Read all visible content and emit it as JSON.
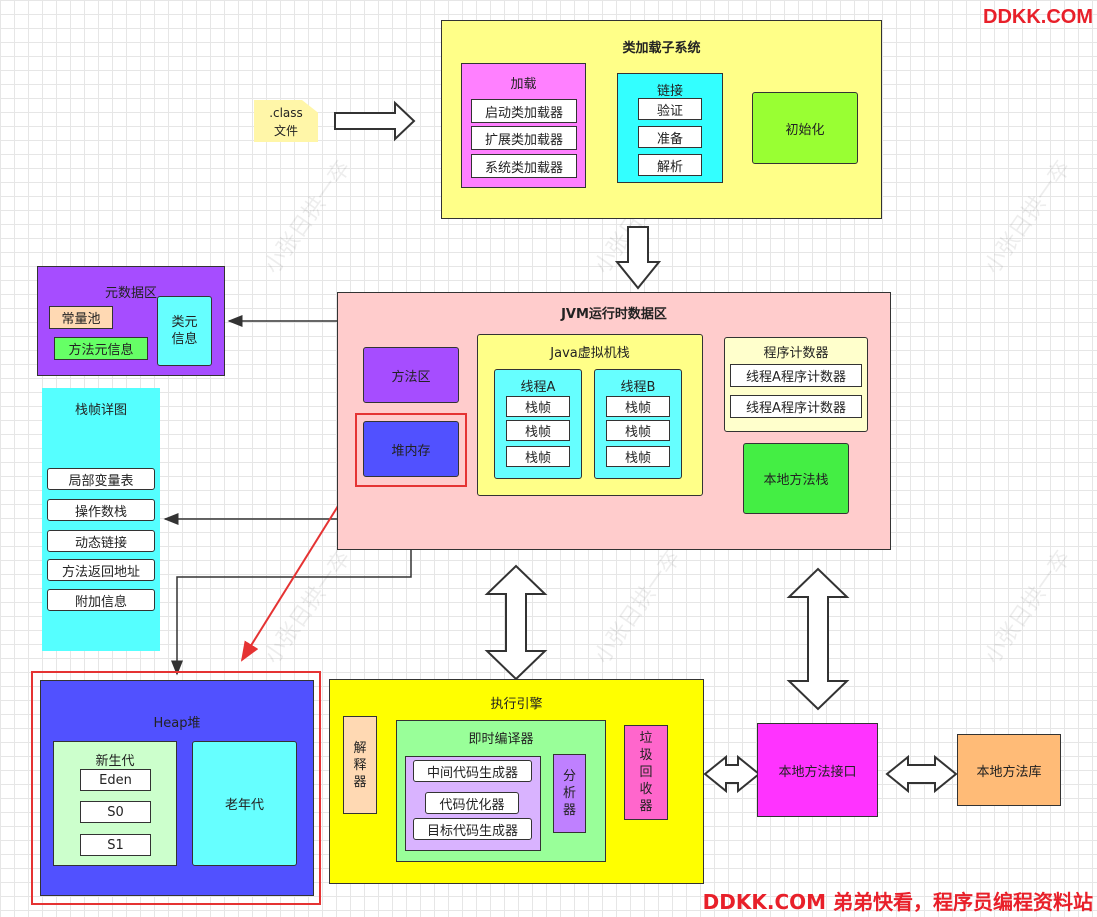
{
  "brand_top": "DDKK.COM",
  "brand_bottom": "DDKK.COM 弟弟快看，程序员编程资料站",
  "watermark": "小张日拱一卒",
  "class_file": {
    "line1": ".class",
    "line2": "文件"
  },
  "classloader": {
    "title": "类加载子系统",
    "load": {
      "title": "加载",
      "items": [
        "启动类加载器",
        "扩展类加载器",
        "系统类加载器"
      ]
    },
    "link": {
      "title": "链接",
      "items": [
        "验证",
        "准备",
        "解析"
      ]
    },
    "init": "初始化"
  },
  "metadata": {
    "title": "元数据区",
    "const_pool": "常量池",
    "method_meta": "方法元信息",
    "class_meta": "类元\n信息"
  },
  "frame_detail": {
    "title": "栈帧详图",
    "items": [
      "局部变量表",
      "操作数栈",
      "动态链接",
      "方法返回地址",
      "附加信息"
    ]
  },
  "runtime": {
    "title": "JVM运行时数据区",
    "method_area": "方法区",
    "heap_mem": "堆内存",
    "java_stack": {
      "title": "Java虚拟机栈",
      "thread_a": {
        "title": "线程A",
        "frames": [
          "栈帧",
          "栈帧",
          "栈帧"
        ]
      },
      "thread_b": {
        "title": "线程B",
        "frames": [
          "栈帧",
          "栈帧",
          "栈帧"
        ]
      }
    },
    "pc": {
      "title": "程序计数器",
      "items": [
        "线程A程序计数器",
        "线程A程序计数器"
      ]
    },
    "native_stack": "本地方法栈"
  },
  "heap": {
    "title": "Heap堆",
    "young": {
      "title": "新生代",
      "items": [
        "Eden",
        "S0",
        "S1"
      ]
    },
    "old": "老年代"
  },
  "engine": {
    "title": "执行引擎",
    "interpreter": "解\n释\n器",
    "jit": {
      "title": "即时编译器",
      "items": [
        "中间代码生成器",
        "代码优化器",
        "目标代码生成器"
      ],
      "analyzer": "分\n析\n器"
    },
    "gc": "垃\n圾\n回\n收\n器"
  },
  "native_interface": "本地方法接口",
  "native_lib": "本地方法库",
  "colors": {
    "brand_red": "#e8202a",
    "highlight_red": "#e53333"
  }
}
